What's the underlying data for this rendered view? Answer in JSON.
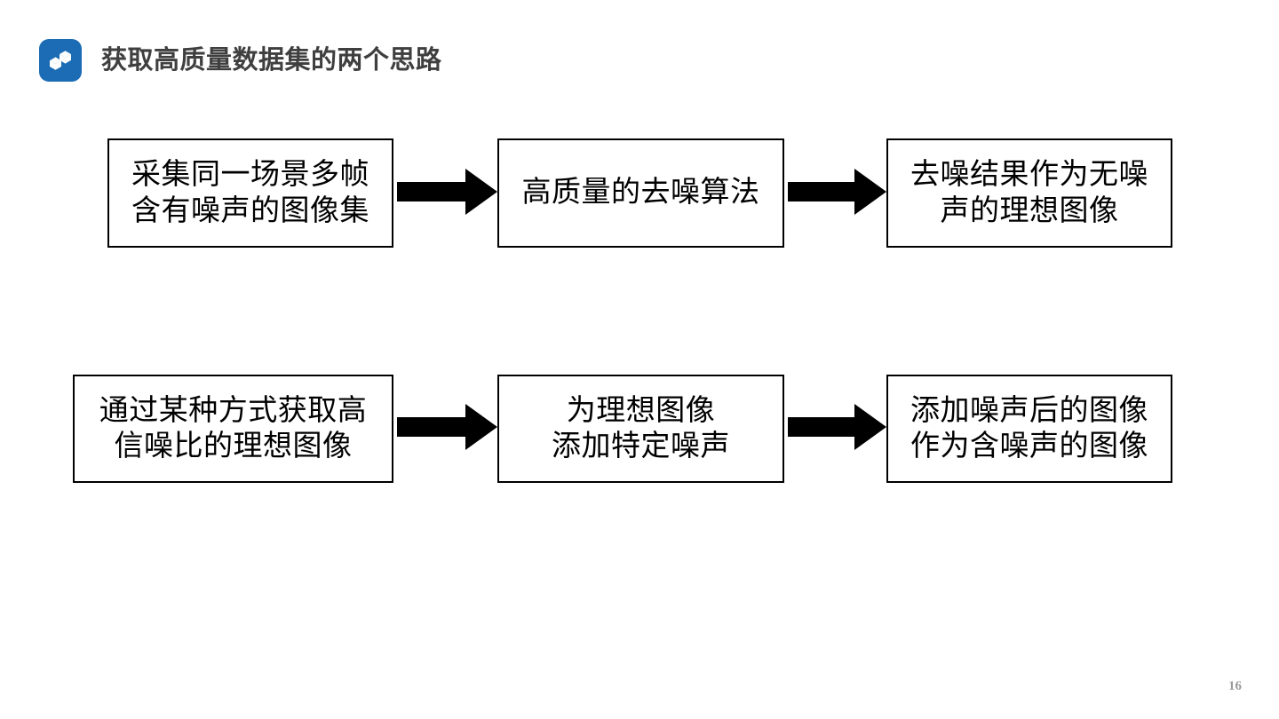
{
  "slide": {
    "title": "获取高质量数据集的两个思路",
    "page_number": "16",
    "background_color": "#ffffff",
    "title_color": "#3f3f3f",
    "badge_color": "#1b6cb5",
    "stroke_color": "#000000",
    "page_number_color": "#9a9a9a"
  },
  "badge": {
    "icon": "stylized-s-logo-icon"
  },
  "diagram": {
    "type": "flowchart",
    "rows": [
      {
        "id": "row-1",
        "nodes": [
          {
            "id": "node-1-1",
            "lines": [
              "采集同一场景多帧",
              "含有噪声的图像集"
            ]
          },
          {
            "id": "node-1-2",
            "lines": [
              "高质量的去噪算法"
            ]
          },
          {
            "id": "node-1-3",
            "lines": [
              "去噪结果作为无噪",
              "声的理想图像"
            ]
          }
        ],
        "arrows": [
          {
            "id": "arrow-1-1",
            "from": "node-1-1",
            "to": "node-1-2",
            "direction": "right"
          },
          {
            "id": "arrow-1-2",
            "from": "node-1-2",
            "to": "node-1-3",
            "direction": "right"
          }
        ]
      },
      {
        "id": "row-2",
        "nodes": [
          {
            "id": "node-2-1",
            "lines": [
              "通过某种方式获取高",
              "信噪比的理想图像"
            ]
          },
          {
            "id": "node-2-2",
            "lines": [
              "为理想图像",
              "添加特定噪声"
            ]
          },
          {
            "id": "node-2-3",
            "lines": [
              "添加噪声后的图像",
              "作为含噪声的图像"
            ]
          }
        ],
        "arrows": [
          {
            "id": "arrow-2-1",
            "from": "node-2-1",
            "to": "node-2-2",
            "direction": "right"
          },
          {
            "id": "arrow-2-2",
            "from": "node-2-2",
            "to": "node-2-3",
            "direction": "right"
          }
        ]
      }
    ]
  }
}
